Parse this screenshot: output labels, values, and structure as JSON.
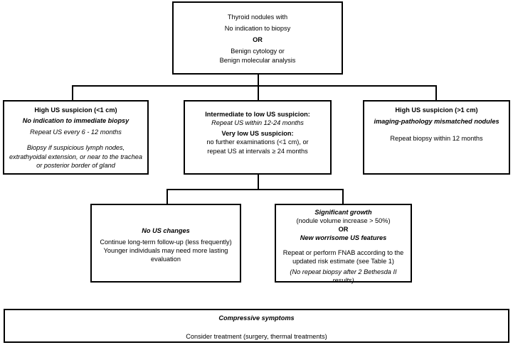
{
  "top_box": {
    "line1": "Thyroid nodules with",
    "line2": "No indication to biopsy",
    "or": "OR",
    "line3": "Benign cytology or",
    "line4": "Benign molecular analysis"
  },
  "high_small": {
    "title": "High US suspicion (<1 cm)",
    "subtitle": "No indication to immediate biopsy",
    "repeat": "Repeat US every 6 - 12 months",
    "biopsy_note": "Biopsy if suspicious lymph nodes, extrathyoidal extension, or near to the trachea or posterior border of gland"
  },
  "intermediate": {
    "title": "Intermediate to low US suspicion:",
    "repeat": "Repeat US within 12-24 months",
    "very_low_title": "Very low US suspicion:",
    "very_low_line1": "no further examinations (<1 cm), or",
    "very_low_line2": "repeat US at intervals ≥ 24 months"
  },
  "high_large": {
    "title": "High US suspicion (>1 cm)",
    "subtitle": "imaging-pathology mismatched nodules",
    "repeat": "Repeat biopsy within 12 months"
  },
  "no_changes": {
    "title": "No US changes",
    "line1": "Continue long-term follow-up (less frequently)",
    "line2": "Younger individuals may need more lasting evaluation"
  },
  "growth": {
    "title": "Significant growth",
    "detail": "(nodule volume increase > 50%)",
    "or": "OR",
    "features": "New worrisome US features",
    "action": "Repeat or perform FNAB according to the updated risk estimate (see Table 1)",
    "note": "(No repeat biopsy after 2 Bethesda II results)"
  },
  "compressive": {
    "title": "Compressive symptoms",
    "action": "Consider treatment (surgery, thermal treatments)"
  }
}
